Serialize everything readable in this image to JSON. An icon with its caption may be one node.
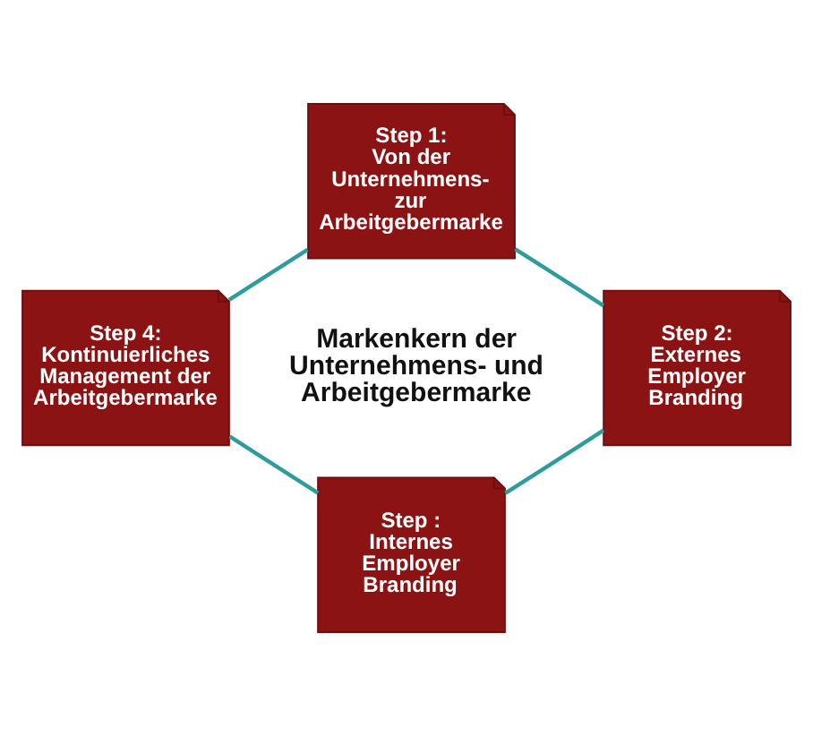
{
  "diagram": {
    "nodes": [
      {
        "text": [
          "Step 1:",
          "Von der Unternehmens- zur Arbeitgebermarke"
        ]
      },
      {
        "text": [
          "Step 4:",
          "Kontinuierliches Management der Arbeitgebermarke"
        ]
      },
      {
        "text": [
          "Step 2:",
          "Externes Employer Branding"
        ]
      },
      {
        "text": [
          "Step :",
          "Internes Employer Branding"
        ]
      }
    ],
    "edges": [
      {
        "from": 0,
        "to": 2,
        "arrow": "none"
      },
      {
        "from": 0,
        "to": 1,
        "arrow": "none"
      },
      {
        "from": 2,
        "to": 3,
        "arrow": "none"
      },
      {
        "from": 1,
        "to": 3,
        "arrow": "none"
      }
    ],
    "labels": [
      "Markenkern der Unternehmens- und Arbeitgebermarke"
    ]
  }
}
